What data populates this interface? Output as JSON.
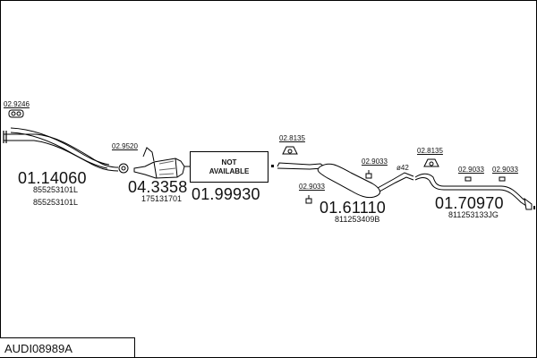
{
  "diagram_code": "AUDI08989A",
  "not_available_label": "NOT\nAVAILABLE",
  "part_numbers": {
    "front_pipe": "01.14060",
    "catalyst": "04.3358",
    "center_pipe": "01.99930",
    "middle_silencer": "01.61110",
    "rear_silencer": "01.70970"
  },
  "oem_numbers": {
    "front_pipe_1": "855253101L",
    "front_pipe_2": "855253101L",
    "catalyst": "175131701",
    "middle_silencer": "811253409B",
    "rear_silencer": "811253133JG"
  },
  "fitting_codes": {
    "front_flange": "02.9246",
    "cat_gasket": "02.9520",
    "mount_1": "02.8135",
    "clamp_1": "02.9033",
    "clamp_2": "02.9033",
    "mount_2": "02.8135",
    "clamp_3": "02.9033",
    "clamp_4": "02.9033"
  },
  "diameter_label": "ø42",
  "icons": [
    "flange-gasket-icon",
    "gasket-icon",
    "rubber-mount-icon",
    "pipe-clamp-icon",
    "exhaust-pipe-icon",
    "catalytic-converter-icon",
    "silencer-icon"
  ]
}
